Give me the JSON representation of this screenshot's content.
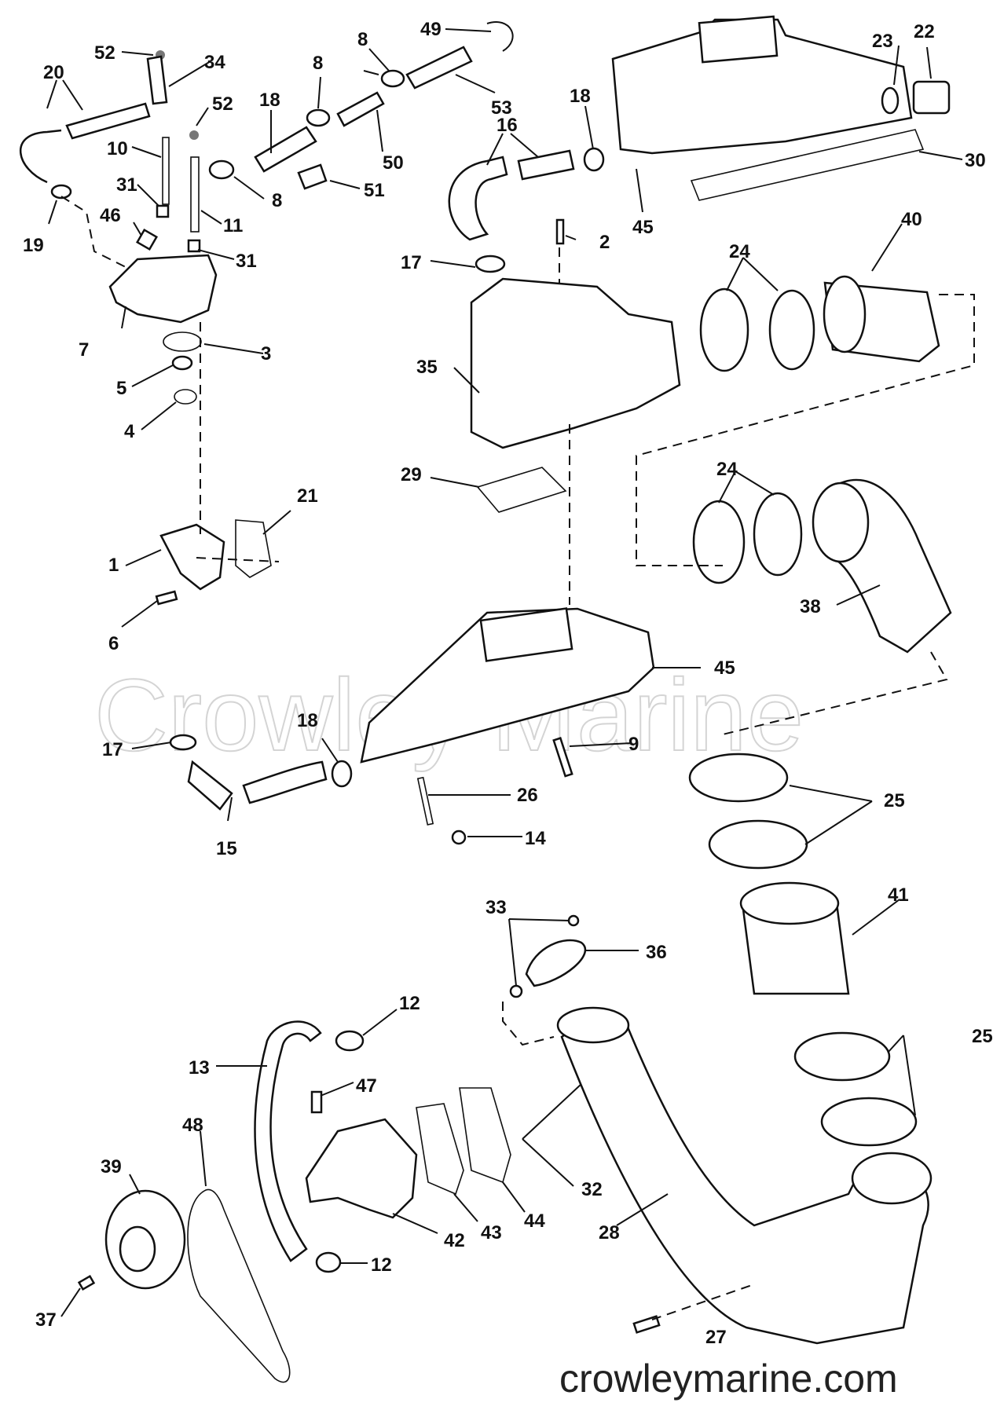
{
  "watermark": "Crowley Marine",
  "site_url": "crowleymarine.com",
  "callouts": {
    "c1": "1",
    "c2": "2",
    "c3": "3",
    "c4": "4",
    "c5": "5",
    "c6": "6",
    "c7": "7",
    "c8a": "8",
    "c8b": "8",
    "c8c": "8",
    "c9": "9",
    "c10": "10",
    "c11": "11",
    "c12a": "12",
    "c12b": "12",
    "c13": "13",
    "c14": "14",
    "c15": "15",
    "c16": "16",
    "c17a": "17",
    "c17b": "17",
    "c18a": "18",
    "c18b": "18",
    "c18c": "18",
    "c19": "19",
    "c20": "20",
    "c21": "21",
    "c22": "22",
    "c23": "23",
    "c24a": "24",
    "c24b": "24",
    "c25a": "25",
    "c25b": "25",
    "c26": "26",
    "c27": "27",
    "c28": "28",
    "c29": "29",
    "c30": "30",
    "c31a": "31",
    "c31b": "31",
    "c32": "32",
    "c33": "33",
    "c34": "34",
    "c35": "35",
    "c36": "36",
    "c37": "37",
    "c38": "38",
    "c39": "39",
    "c40": "40",
    "c41": "41",
    "c42": "42",
    "c43": "43",
    "c44": "44",
    "c45a": "45",
    "c45b": "45",
    "c46": "46",
    "c47": "47",
    "c48": "48",
    "c49": "49",
    "c50": "50",
    "c51": "51",
    "c52a": "52",
    "c52b": "52",
    "c53": "53"
  }
}
